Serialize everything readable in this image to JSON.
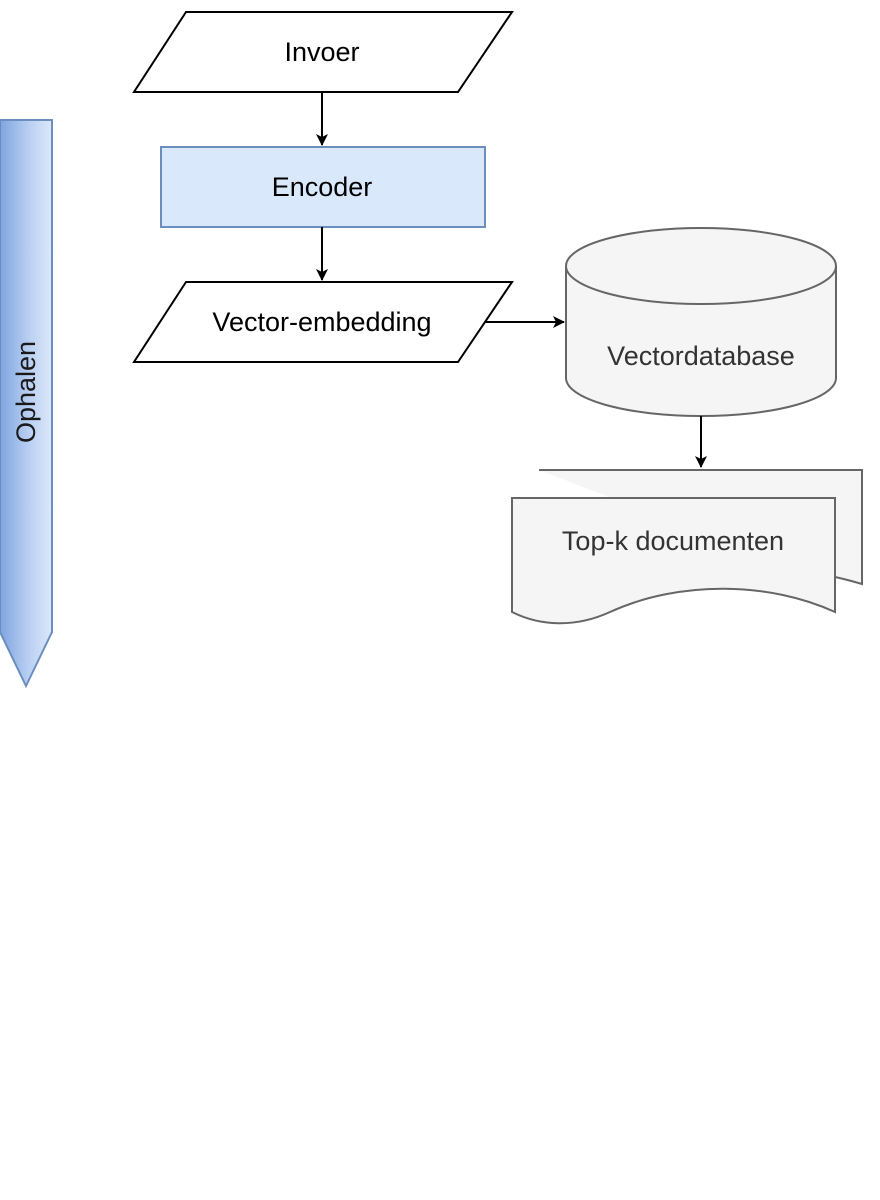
{
  "diagram": {
    "lane_label": "Ophalen",
    "nodes": {
      "input": "Invoer",
      "encoder": "Encoder",
      "embedding": "Vector-embedding",
      "database": "Vectordatabase",
      "documents": "Top-k documenten"
    }
  },
  "colors": {
    "lane_fill_light": "#dce8fa",
    "lane_fill_dark": "#8fb0e6",
    "lane_stroke": "#6c8ebf",
    "encoder_fill": "#dae8fc",
    "encoder_stroke": "#6c8ebf",
    "store_fill": "#f5f5f5",
    "store_stroke": "#666666",
    "store_text": "#333333",
    "line": "#000000"
  }
}
